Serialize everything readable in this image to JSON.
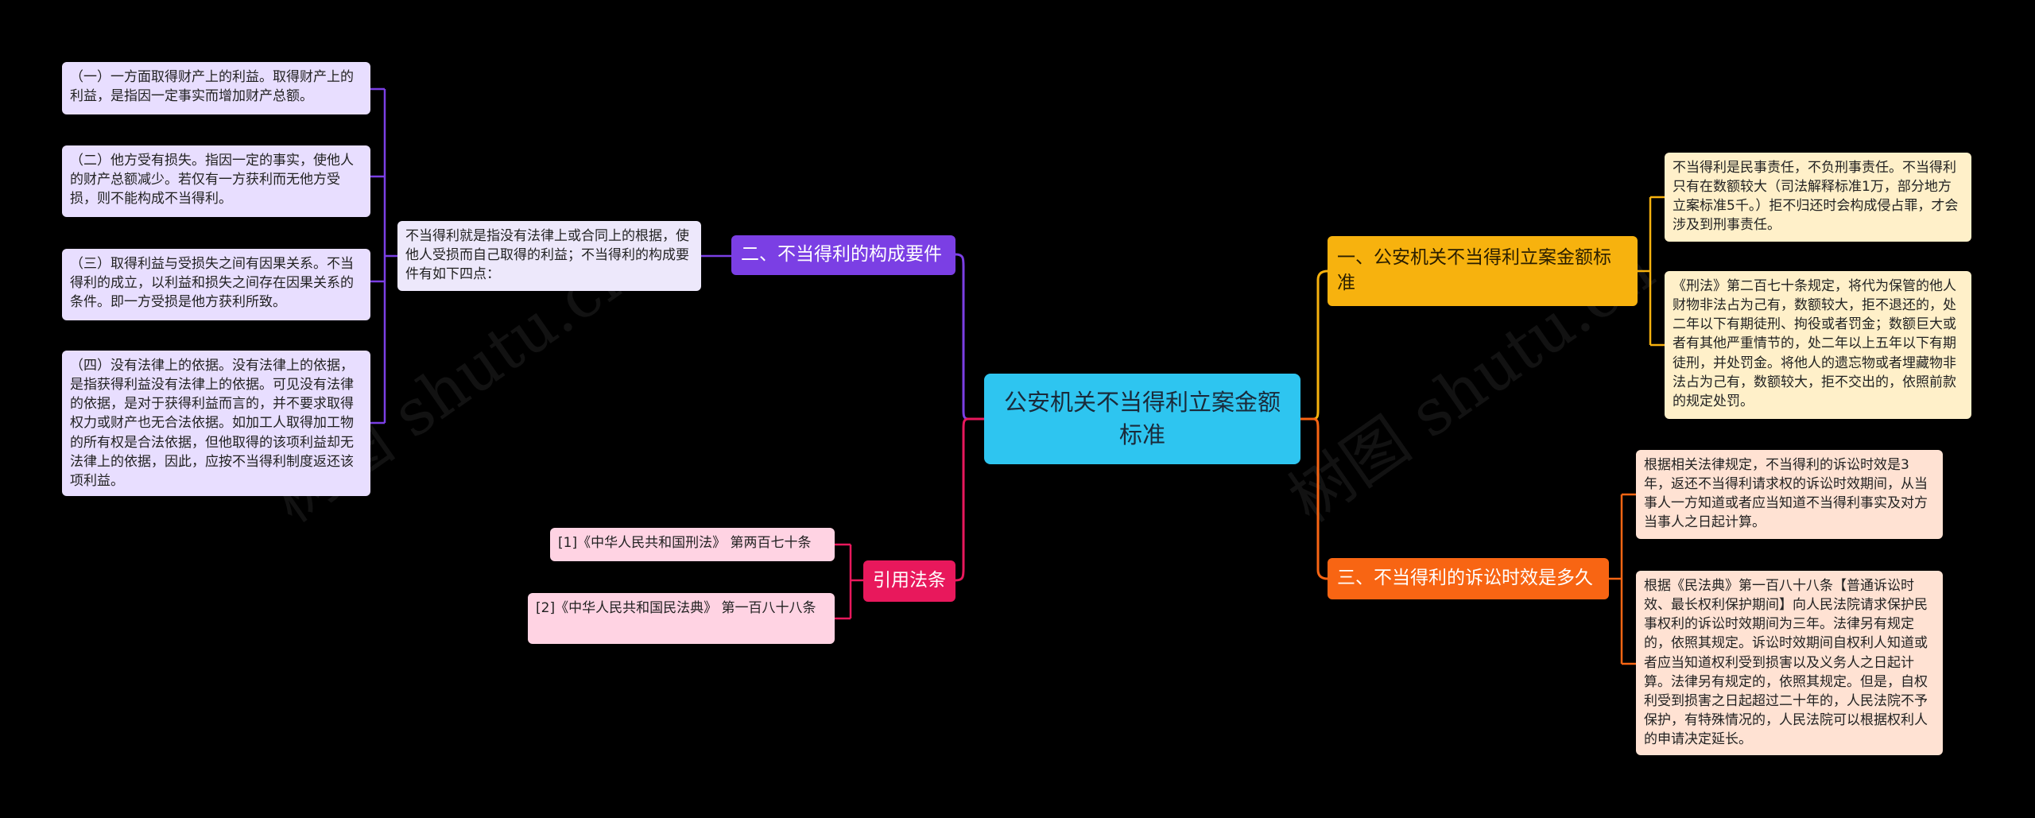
{
  "root": {
    "title": "公安机关不当得利立案金额标准"
  },
  "branches": {
    "elements": {
      "label": "二、不当得利的构成要件",
      "summary": "不当得利就是指没有法律上或合同上的根据，使他人受损而自己取得的利益；不当得利的构成要件有如下四点：",
      "items": [
        "（一）一方面取得财产上的利益。取得财产上的利益，是指因一定事实而增加财产总额。",
        "（二）他方受有损失。指因一定的事实，使他人的财产总额减少。若仅有一方获利而无他方受损，则不能构成不当得利。",
        "（三）取得利益与受损失之间有因果关系。不当得利的成立，以利益和损失之间存在因果关系的条件。即一方受损是他方获利所致。",
        "（四）没有法律上的依据。没有法律上的依据，是指获得利益没有法律上的依据。可见没有法律的依据，是对于获得利益而言的，并不要求取得权力或财产也无合法依据。如加工人取得加工物的所有权是合法依据，但他取得的该项利益却无法律上的依据，因此，应按不当得利制度返还该项利益。"
      ]
    },
    "citations": {
      "label": "引用法条",
      "items": [
        "[1]《中华人民共和国刑法》 第两百七十条",
        "[2]《中华人民共和国民法典》 第一百八十八条"
      ]
    },
    "standard": {
      "label": "一、公安机关不当得利立案金额标准",
      "items": [
        "不当得利是民事责任，不负刑事责任。不当得利只有在数额较大（司法解释标准1万，部分地方立案标准5千。）拒不归还时会构成侵占罪，才会涉及到刑事责任。",
        "《刑法》第二百七十条规定，将代为保管的他人财物非法占为己有，数额较大，拒不退还的，处二年以下有期徒刑、拘役或者罚金；数额巨大或者有其他严重情节的，处二年以上五年以下有期徒刑，并处罚金。将他人的遗忘物或者埋藏物非法占为己有，数额较大，拒不交出的，依照前款的规定处罚。"
      ]
    },
    "limitation": {
      "label": "三、不当得利的诉讼时效是多久",
      "items": [
        "根据相关法律规定，不当得利的诉讼时效是3年，返还不当得利请求权的诉讼时效期间，从当事人一方知道或者应当知道不当得利事实及对方当事人之日起计算。",
        "根据《民法典》第一百八十八条【普通诉讼时效、最长权利保护期间】向人民法院请求保护民事权利的诉讼时效期间为三年。法律另有规定的，依照其规定。诉讼时效期间自权利人知道或者应当知道权利受到损害以及义务人之日起计算。法律另有规定的，依照其规定。但是，自权利受到损害之日起超过二十年的，人民法院不予保护，有特殊情况的，人民法院可以根据权利人的申请决定延长。"
      ]
    }
  },
  "watermark": "树图 shutu.cn",
  "colors": {
    "background": "#000000",
    "root": "#2ec5f0",
    "purple": "#7b3fe4",
    "pink": "#e8185c",
    "amber": "#f7b20e",
    "orange": "#f86513"
  }
}
